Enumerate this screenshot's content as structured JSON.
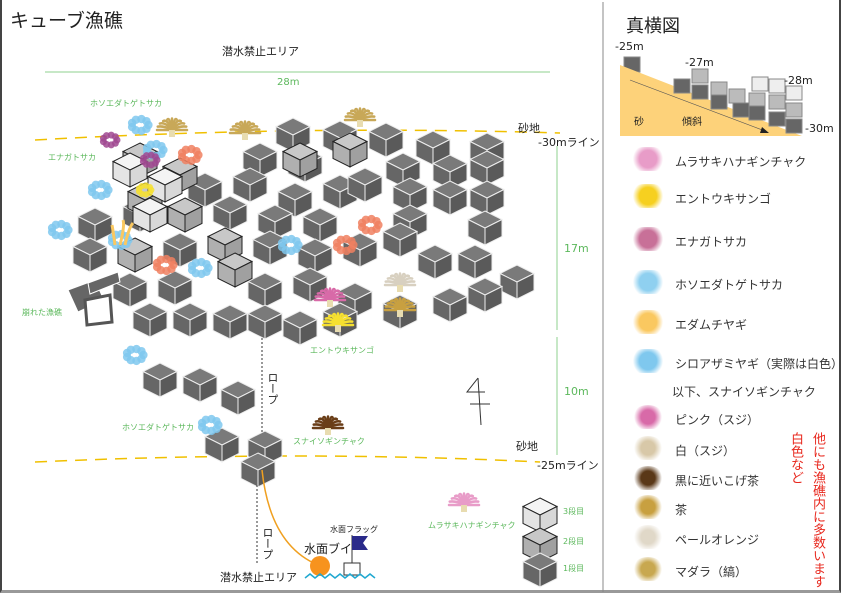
{
  "title": "キューブ漁礁",
  "map": {
    "no_dive_top": "潜水禁止エリア",
    "width_label": "28m",
    "sand_top": "砂地",
    "line_30": "-30mライン",
    "len_17": "17m",
    "len_10": "10m",
    "sand_bottom": "砂地",
    "line_25": "-25mライン",
    "rope_1": "ロープ",
    "rope_2": "ロープ",
    "buoy": "水面ブイ",
    "flag": "水面フラッグ",
    "no_dive_bottom": "潜水禁止エリア",
    "labels": {
      "hosoeda_top": "ホソエダトゲトサカ",
      "enaga": "エナガトサカ",
      "collapsed": "崩れた漁礁",
      "entouki": "エントウキサンゴ",
      "hosoeda_bottom": "ホソエダトゲトサカ",
      "sunaiso": "スナイソギンチャク",
      "murasaki": "ムラサキハナギンチャク"
    },
    "tiers": [
      "3段目",
      "2段目",
      "1段目"
    ]
  },
  "side_view": {
    "title": "真横図",
    "d25": "-25m",
    "d27": "-27m",
    "d28": "-28m",
    "d30": "-30m",
    "sand": "砂",
    "slope": "傾斜"
  },
  "legend": {
    "items": [
      {
        "label": "ムラサキハナギンチャク",
        "icon": "anemone-purple-icon"
      },
      {
        "label": "エントウキサンゴ",
        "icon": "coral-yellow-icon"
      },
      {
        "label": "エナガトサカ",
        "icon": "soft-coral-pink-icon"
      },
      {
        "label": "ホソエダトゲトサカ",
        "icon": "soft-coral-blue-icon"
      },
      {
        "label": "エダムチヤギ",
        "icon": "whip-coral-icon"
      },
      {
        "label": "シロアザミヤギ（実際は白色）",
        "icon": "sea-fan-icon"
      }
    ],
    "sub_header": "以下、スナイソギンチャク",
    "sub_items": [
      {
        "label": "ピンク（スジ）",
        "color": "#d86aa8"
      },
      {
        "label": "白（スジ）",
        "color": "#d8c8a8"
      },
      {
        "label": "黒に近いこげ茶",
        "color": "#5a3818"
      },
      {
        "label": "茶",
        "color": "#c8a040"
      },
      {
        "label": "ペールオレンジ",
        "color": "#e0d8c8"
      },
      {
        "label": "マダラ（縞）",
        "color": "#c8a850"
      }
    ],
    "note_1": "白色など",
    "note_2": "他にも漁礁内に多数います"
  }
}
